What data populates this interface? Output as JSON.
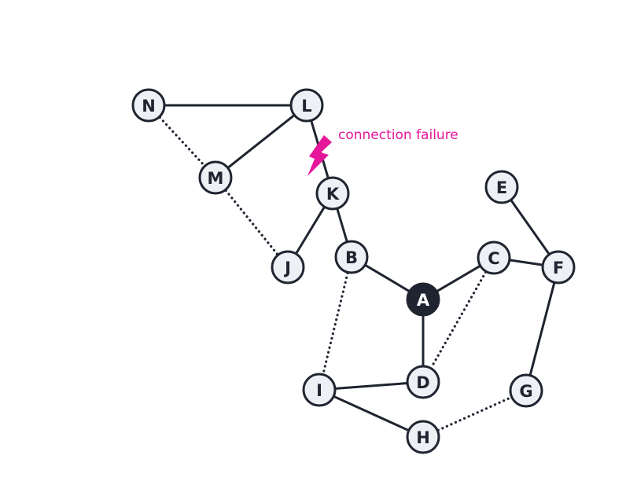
{
  "colors": {
    "edge": "#1f2430",
    "node_fill": "#eef0f5",
    "node_text": "#1f2430",
    "root_fill": "#1f2430",
    "root_text": "#ffffff",
    "failure": "#e6169a"
  },
  "nodes": [
    {
      "id": "N",
      "label": "N",
      "root": false
    },
    {
      "id": "L",
      "label": "L",
      "root": false
    },
    {
      "id": "M",
      "label": "M",
      "root": false
    },
    {
      "id": "K",
      "label": "K",
      "root": false
    },
    {
      "id": "J",
      "label": "J",
      "root": false
    },
    {
      "id": "B",
      "label": "B",
      "root": false
    },
    {
      "id": "A",
      "label": "A",
      "root": true
    },
    {
      "id": "C",
      "label": "C",
      "root": false
    },
    {
      "id": "E",
      "label": "E",
      "root": false
    },
    {
      "id": "F",
      "label": "F",
      "root": false
    },
    {
      "id": "I",
      "label": "I",
      "root": false
    },
    {
      "id": "D",
      "label": "D",
      "root": false
    },
    {
      "id": "G",
      "label": "G",
      "root": false
    },
    {
      "id": "H",
      "label": "H",
      "root": false
    }
  ],
  "edges": [
    {
      "from": "N",
      "to": "L",
      "style": "solid"
    },
    {
      "from": "L",
      "to": "M",
      "style": "solid"
    },
    {
      "from": "L",
      "to": "K",
      "style": "solid"
    },
    {
      "from": "K",
      "to": "J",
      "style": "solid"
    },
    {
      "from": "K",
      "to": "B",
      "style": "solid"
    },
    {
      "from": "B",
      "to": "A",
      "style": "solid"
    },
    {
      "from": "A",
      "to": "C",
      "style": "solid"
    },
    {
      "from": "C",
      "to": "F",
      "style": "solid"
    },
    {
      "from": "E",
      "to": "F",
      "style": "solid"
    },
    {
      "from": "F",
      "to": "G",
      "style": "solid"
    },
    {
      "from": "A",
      "to": "D",
      "style": "solid"
    },
    {
      "from": "I",
      "to": "D",
      "style": "solid"
    },
    {
      "from": "I",
      "to": "H",
      "style": "solid"
    },
    {
      "from": "N",
      "to": "M",
      "style": "dotted"
    },
    {
      "from": "M",
      "to": "J",
      "style": "dotted"
    },
    {
      "from": "B",
      "to": "I",
      "style": "dotted"
    },
    {
      "from": "C",
      "to": "D",
      "style": "dotted"
    },
    {
      "from": "H",
      "to": "G",
      "style": "dotted"
    }
  ],
  "annotation": {
    "text": "connection failure",
    "edge": {
      "from": "L",
      "to": "K"
    }
  }
}
